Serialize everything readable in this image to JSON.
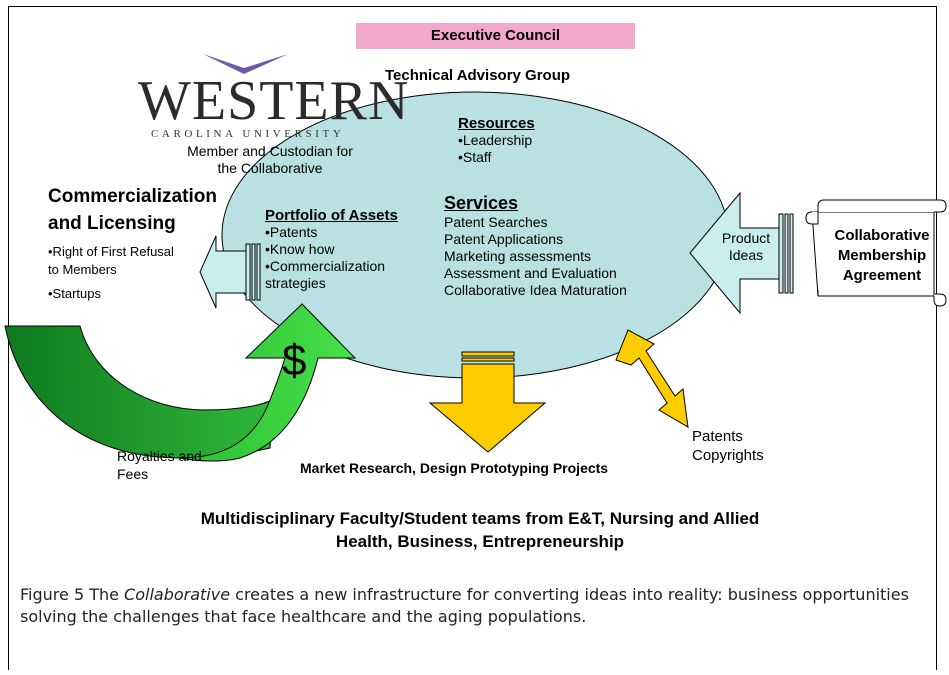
{
  "header": {
    "executive_council": "Executive Council",
    "technical_advisory": "Technical Advisory Group"
  },
  "logo": {
    "word": "WESTERN",
    "subtitle": "CAROLINA UNIVERSITY",
    "member_line1": "Member and Custodian for",
    "member_line2": "the Collaborative"
  },
  "resources": {
    "title": "Resources",
    "items": [
      "•Leadership",
      "•Staff"
    ]
  },
  "services": {
    "title": "Services",
    "items": [
      "Patent Searches",
      "Patent Applications",
      "Marketing assessments",
      "Assessment and Evaluation",
      "Collaborative Idea Maturation"
    ]
  },
  "portfolio": {
    "title_part1": "Portfolio of",
    "title_part2": "Assets",
    "items": [
      "•Patents",
      "•Know how",
      "•Commercialization",
      "strategies"
    ]
  },
  "commercialization": {
    "title_line1": "Commercialization",
    "title_line2": "and Licensing",
    "bullet1_line1": "•Right of First Refusal",
    "bullet1_line2": "to Members",
    "bullet2": "•Startups"
  },
  "product": {
    "line1": "Product",
    "line2": "Ideas"
  },
  "agreement": {
    "line1": "Collaborative",
    "line2": "Membership",
    "line3": "Agreement"
  },
  "royalties": {
    "line1": "Royalties and",
    "line2": "Fees",
    "symbol": "$"
  },
  "patents": {
    "line1": "Patents",
    "line2": "Copyrights"
  },
  "market_research": "Market Research, Design Prototyping Projects",
  "multidisciplinary": {
    "line1": "Multidisciplinary Faculty/Student teams from E&T, Nursing and Allied",
    "line2": "Health, Business, Entrepreneurship"
  },
  "caption": {
    "prefix": "Figure 5 The ",
    "italic": "Collaborative",
    "rest": " creates a new infrastructure for converting ideas into reality: business opportunities solving the challenges that face healthcare and the aging populations."
  },
  "colors": {
    "ellipse": "#b9e1e4",
    "arrow_fill": "#c8eef0",
    "yellow": "#ffcc00",
    "green_dark": "#1e9e2e",
    "green_light": "#39d43c",
    "pink": "#f2a8cc",
    "logo_purple": "#6b5aa8"
  }
}
